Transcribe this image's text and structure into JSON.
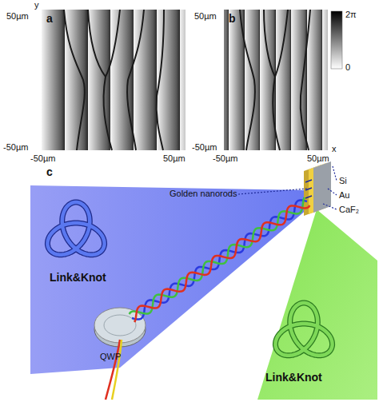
{
  "diagram": {
    "labels": [
      "y",
      "50µm",
      "a",
      "50µm",
      "b",
      "2π",
      "0",
      "-50µm",
      "-50µm",
      "-50µm",
      "50µm",
      "-50µm",
      "x",
      "50µm",
      "c",
      "Golden nanorods",
      "Si",
      "Au",
      "CaF₂",
      "Link&Knot",
      "Link&Knot",
      "QWP"
    ]
  }
}
